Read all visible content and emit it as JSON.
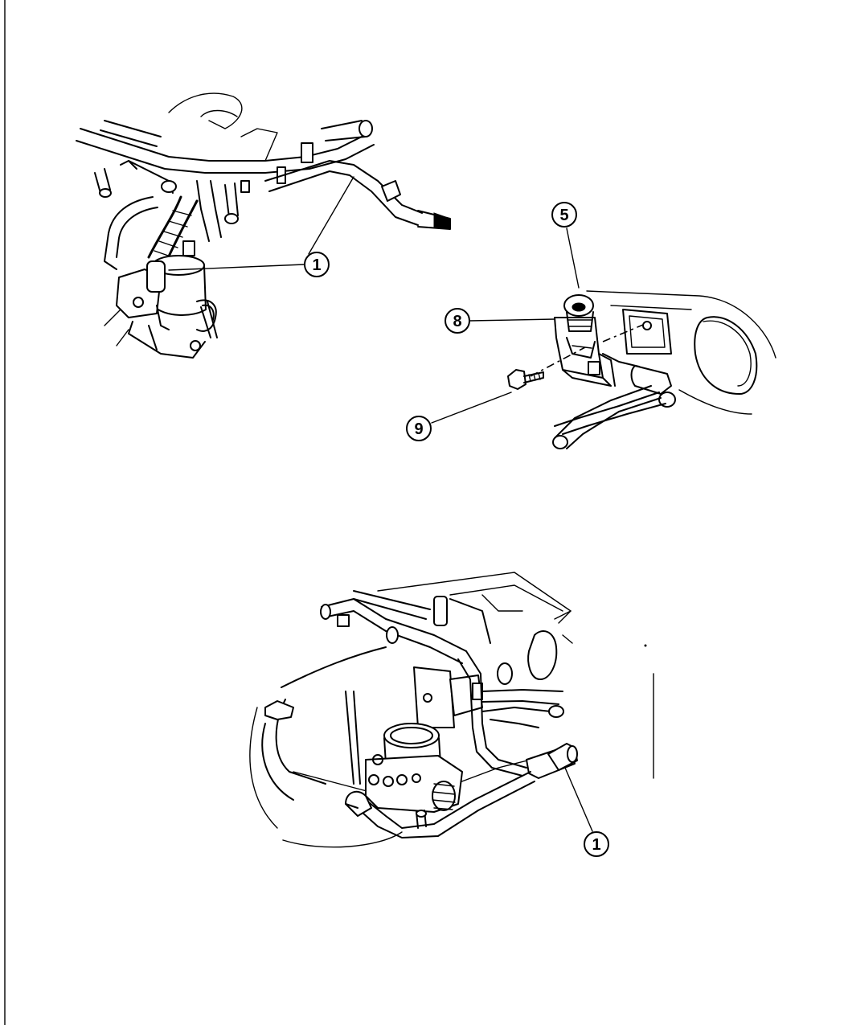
{
  "callouts": [
    {
      "id": "callout-1-top",
      "label": "1"
    },
    {
      "id": "callout-5",
      "label": "5"
    },
    {
      "id": "callout-8",
      "label": "8"
    },
    {
      "id": "callout-9",
      "label": "9"
    },
    {
      "id": "callout-1-bottom",
      "label": "1"
    }
  ]
}
